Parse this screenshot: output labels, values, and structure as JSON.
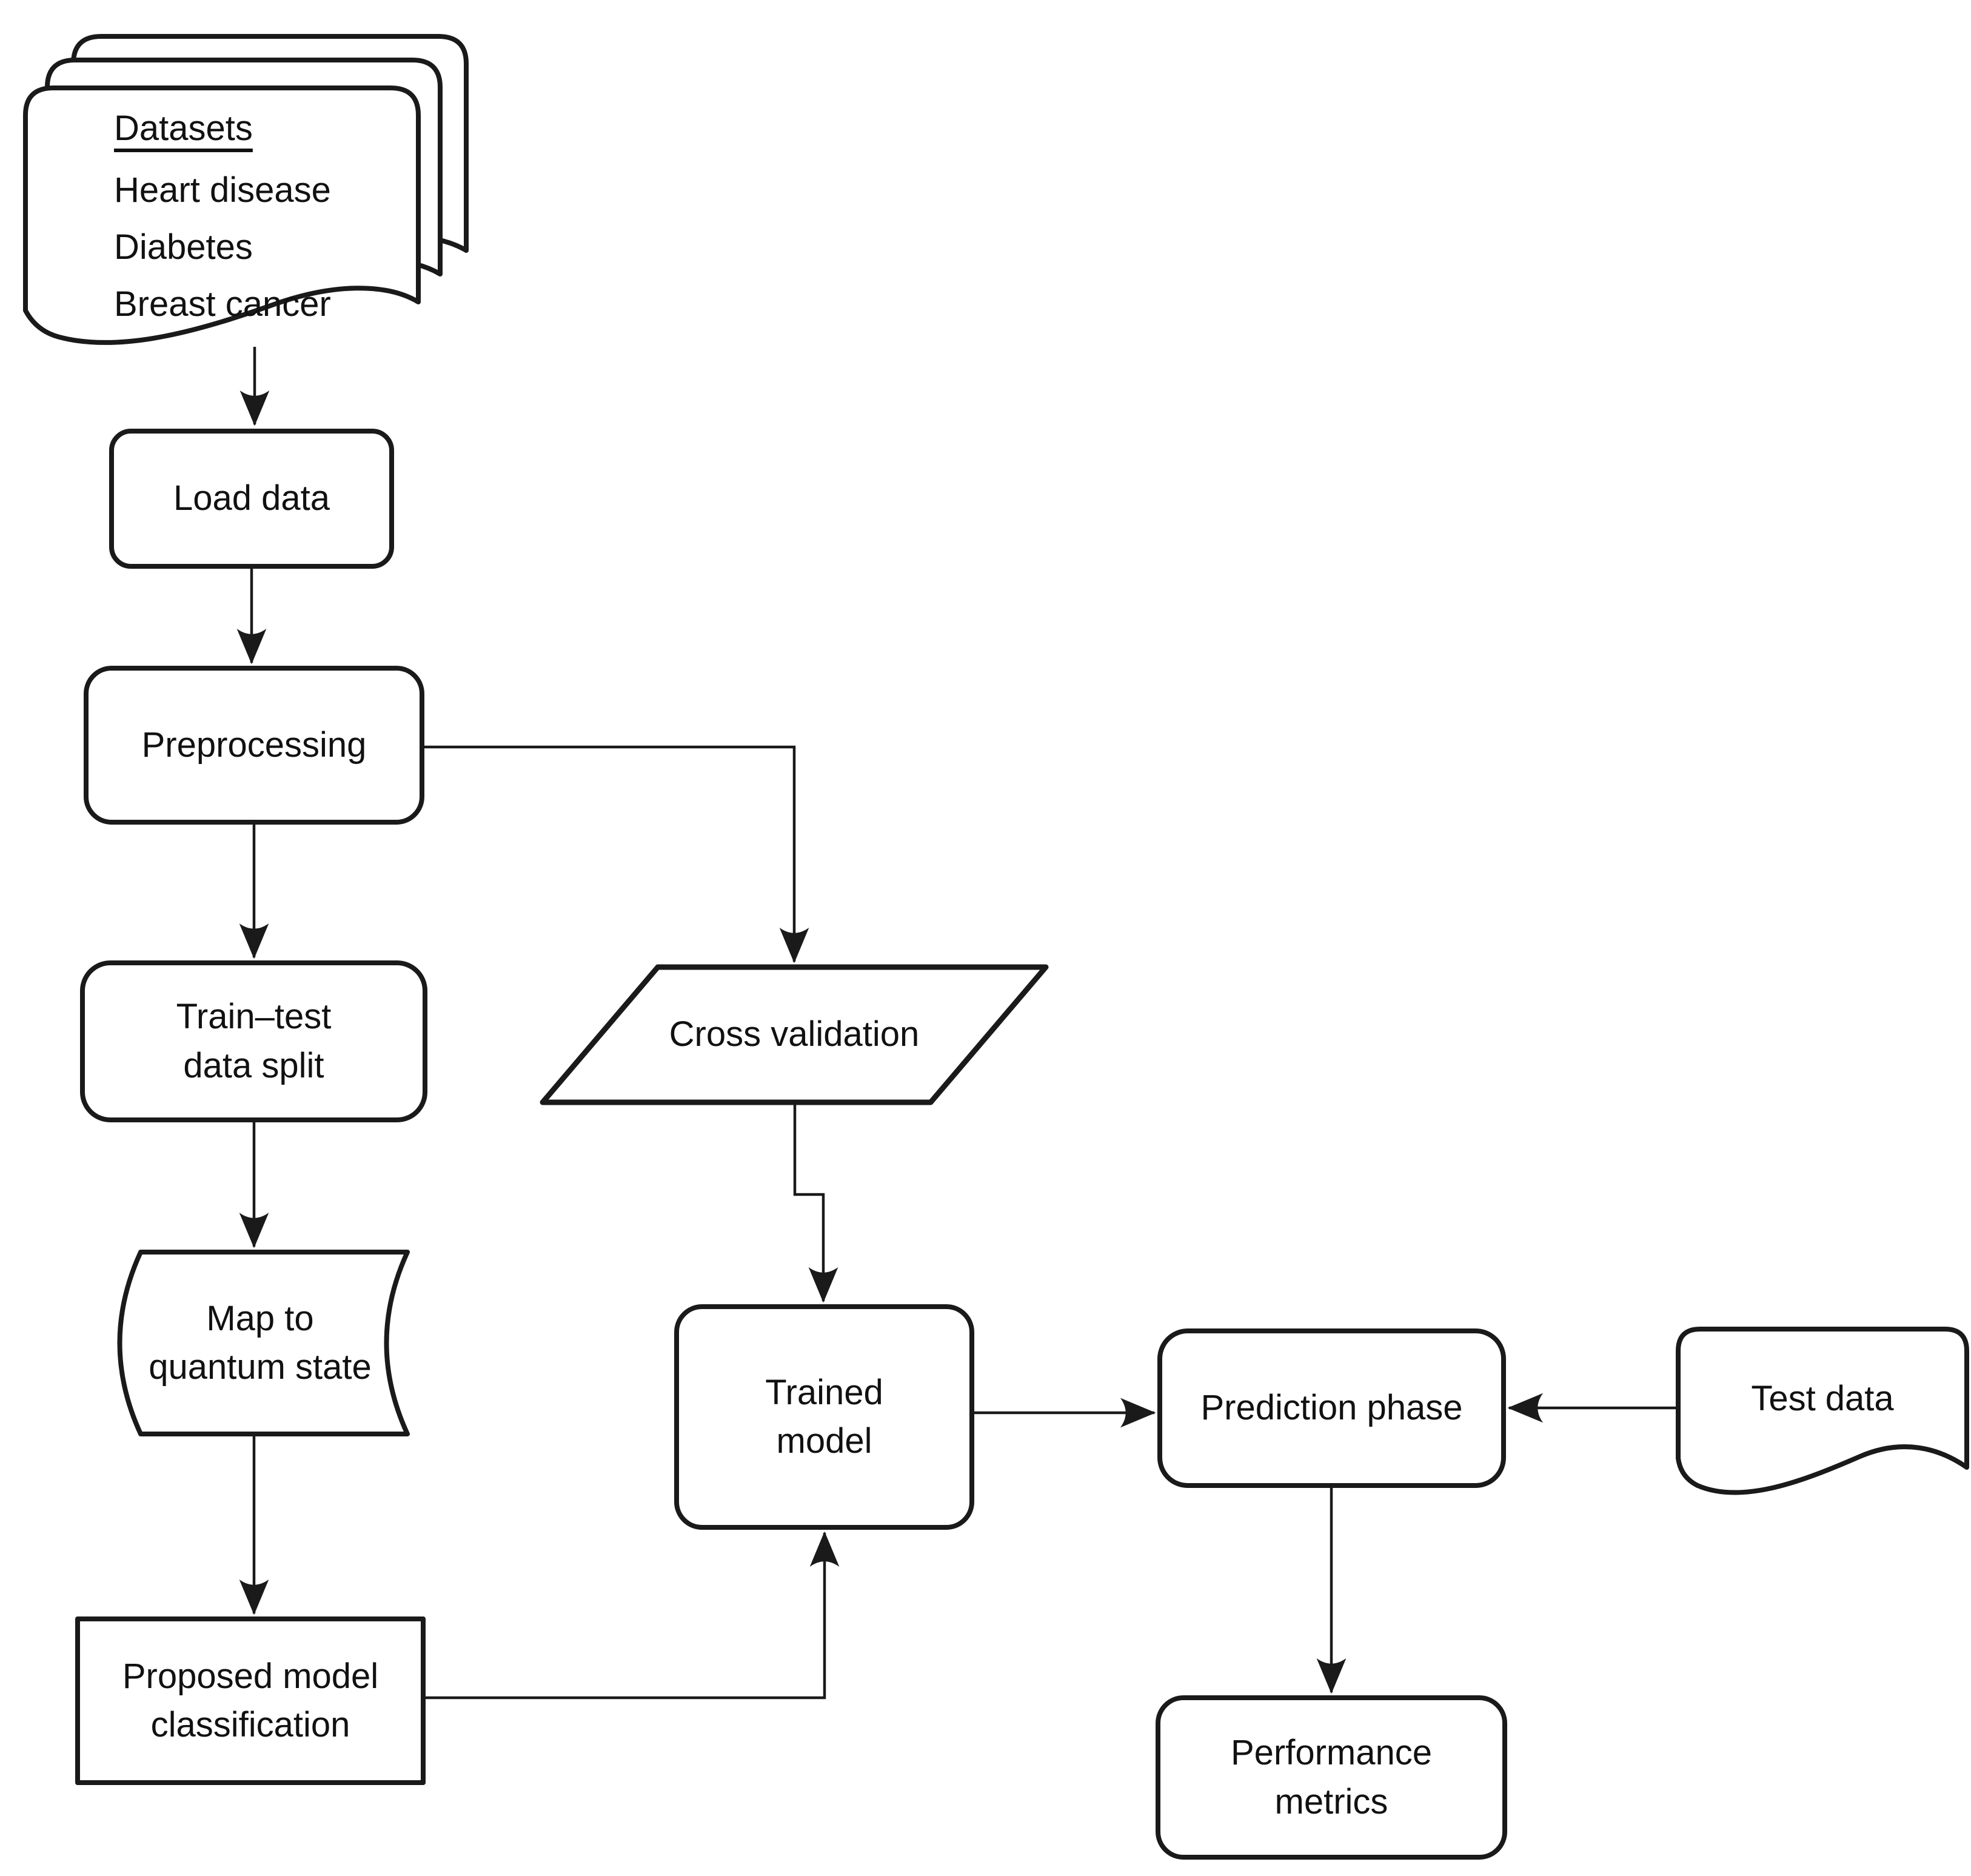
{
  "figure": {
    "type": "flowchart",
    "background": "#ffffff",
    "stroke_color": "#1a1a1a",
    "text_color": "#111111"
  },
  "nodes": {
    "datasets": {
      "title": "Datasets",
      "items": [
        "Heart disease",
        "Diabetes",
        "Breast cancer"
      ]
    },
    "load_data": {
      "label": "Load data"
    },
    "preprocessing": {
      "label": "Preprocessing"
    },
    "train_test": {
      "label": "Train–test\ndata split"
    },
    "map_quantum": {
      "label": "Map to\nquantum state"
    },
    "proposed_model": {
      "label": "Proposed model\nclassification"
    },
    "cross_validation": {
      "label": "Cross validation"
    },
    "trained_model": {
      "label": "Trained\nmodel"
    },
    "prediction_phase": {
      "label": "Prediction phase"
    },
    "test_data": {
      "label": "Test data"
    },
    "performance_metrics": {
      "label": "Performance\nmetrics"
    }
  }
}
